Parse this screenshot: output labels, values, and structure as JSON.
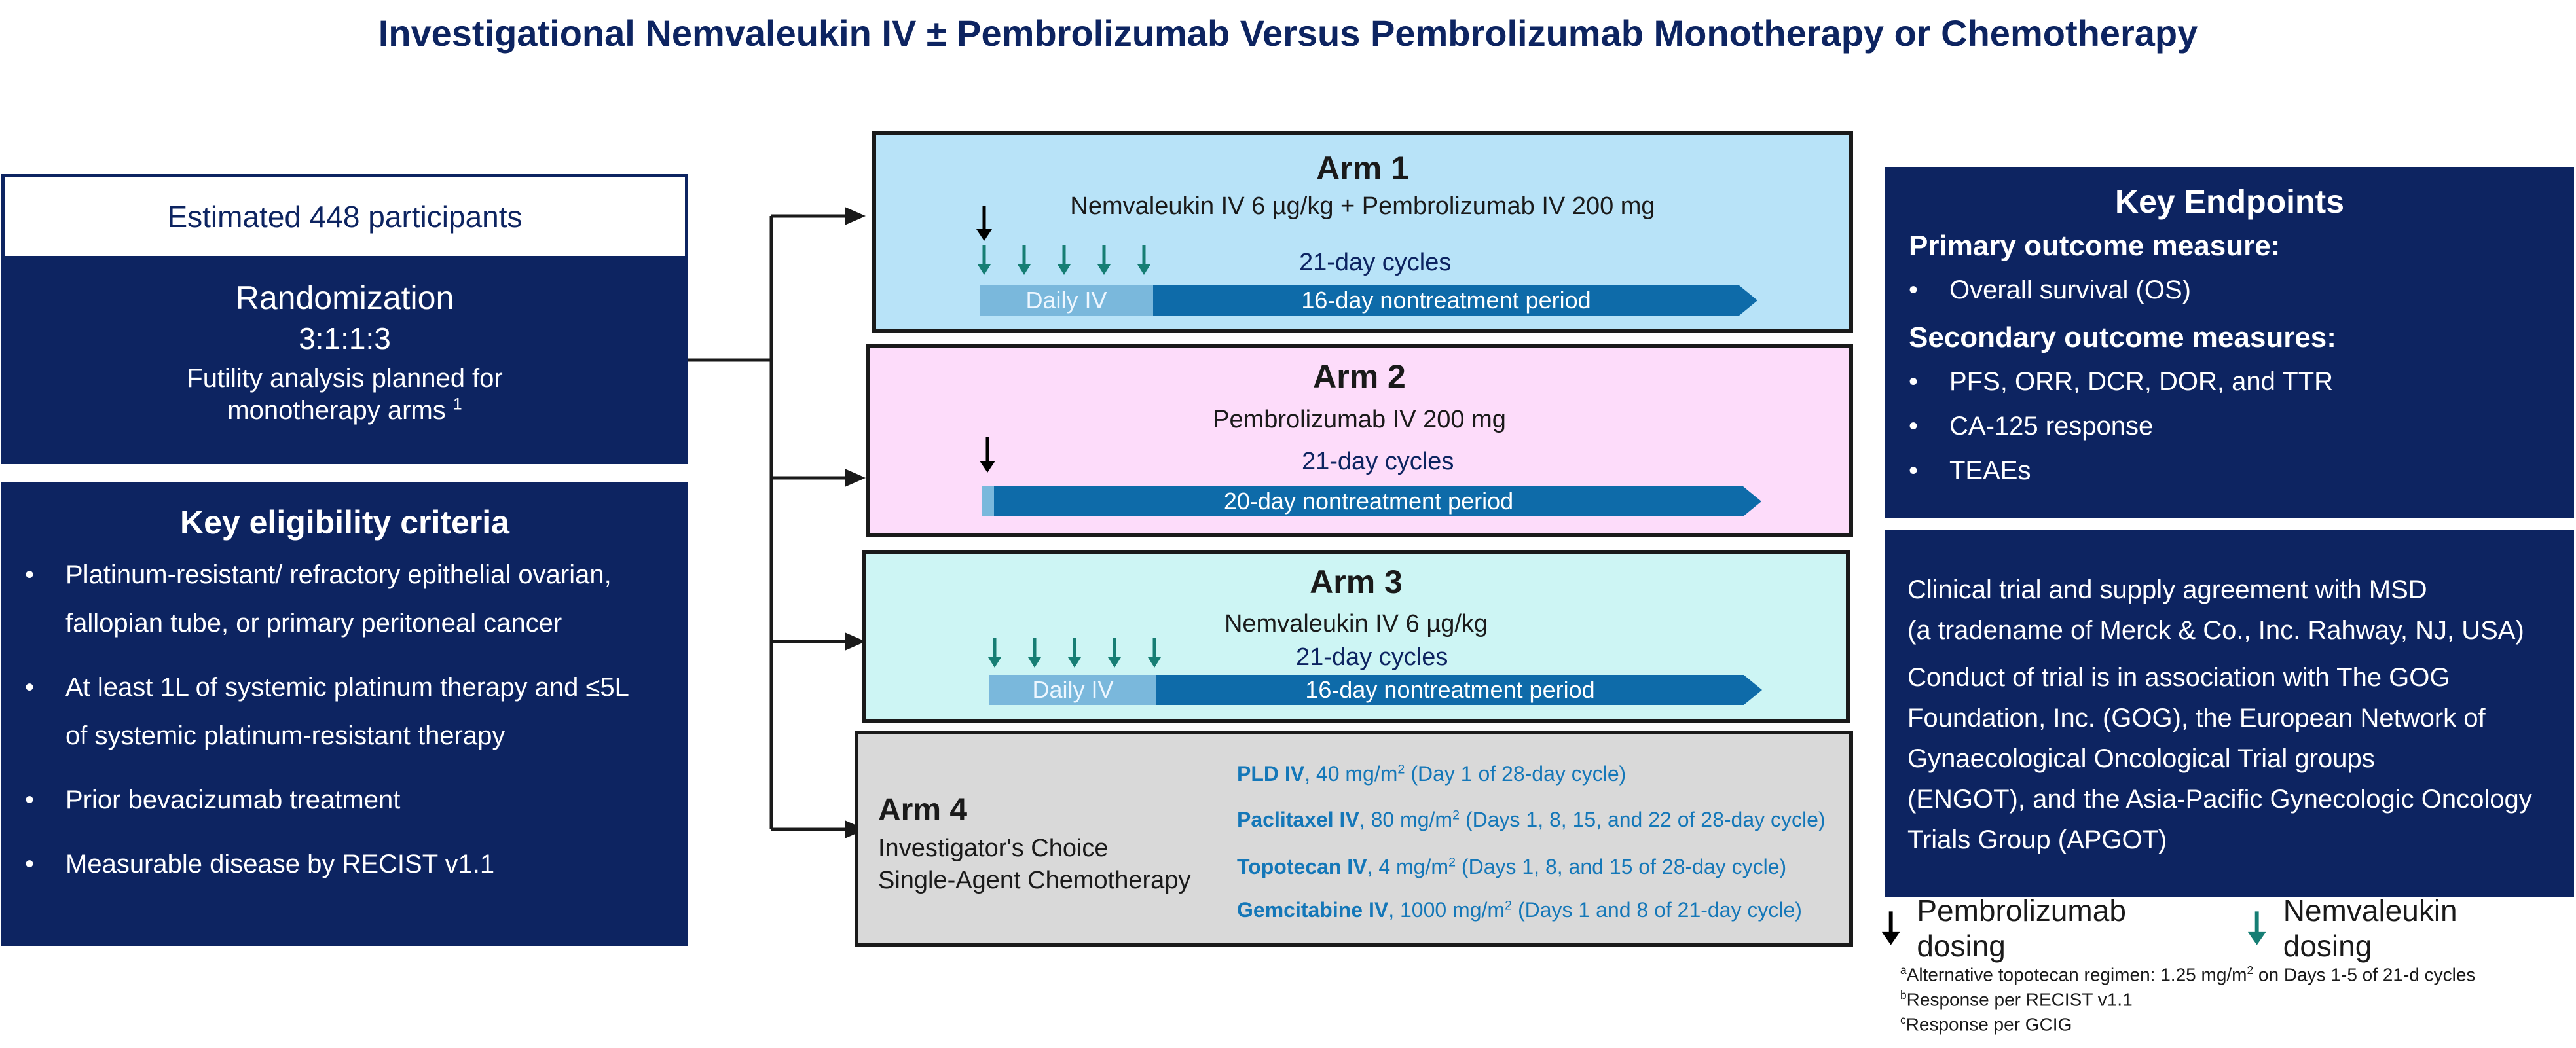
{
  "title": "Investigational Nemvaleukin IV ± Pembrolizumab Versus Pembrolizumab Monotherapy or Chemotherapy",
  "colors": {
    "navy": "#0d2461",
    "arm1": "#b8e3f8",
    "arm2": "#fddcfa",
    "arm3": "#cdf5f4",
    "arm4": "#d9d9d9",
    "bar_dark": "#0e6ba9",
    "bar_light": "#7ab8dc",
    "nemvaleukin_arrow": "#167e74",
    "pembrolizumab_arrow": "#000000"
  },
  "participants": "Estimated 448 participants",
  "randomization": {
    "heading": "Randomization",
    "ratio": "3:1:1:3",
    "futility_1": "Futility analysis planned for",
    "futility_2": "monotherapy arms",
    "futility_sup": "1"
  },
  "eligibility": {
    "heading": "Key eligibility criteria",
    "items": [
      {
        "line1": "Platinum-resistant/ refractory epithelial ovarian,",
        "line2": "fallopian tube, or primary peritoneal cancer"
      },
      {
        "line1": "At least 1L of systemic platinum therapy and ≤5L",
        "line2": "of systemic platinum-resistant therapy"
      },
      {
        "line1": "Prior bevacizumab treatment",
        "line2": ""
      },
      {
        "line1": "Measurable disease by RECIST v1.1",
        "line2": ""
      }
    ]
  },
  "arm1": {
    "title": "Arm 1",
    "regimen": "Nemvaleukin IV 6 µg/kg  + Pembrolizumab IV 200 mg",
    "cycles": "21-day cycles",
    "daily": "Daily IV",
    "rest": "16-day nontreatment period"
  },
  "arm2": {
    "title": "Arm 2",
    "regimen": "Pembrolizumab IV 200 mg",
    "cycles": "21-day cycles",
    "rest": "20-day nontreatment period"
  },
  "arm3": {
    "title": "Arm 3",
    "regimen": "Nemvaleukin IV 6 µg/kg",
    "cycles": "21-day cycles",
    "daily": "Daily IV",
    "rest": "16-day nontreatment period"
  },
  "arm4": {
    "title": "Arm 4",
    "sub_1": "Investigator's Choice",
    "sub_2": "Single-Agent Chemotherapy",
    "drugs": [
      {
        "name": "PLD IV",
        "dose_a": ", 40 mg/m",
        "sup": "2",
        "dose_b": " (Day 1 of 28-day cycle)"
      },
      {
        "name": "Paclitaxel IV",
        "dose_a": ", 80 mg/m",
        "sup": "2",
        "dose_b": " (Days 1, 8, 15, and 22 of 28-day cycle)"
      },
      {
        "name": "Topotecan IV",
        "dose_a": ", 4 mg/m",
        "sup": "2",
        "dose_b": " (Days 1, 8, and 15 of 28-day cycle)"
      },
      {
        "name": "Gemcitabine IV",
        "dose_a": ", 1000 mg/m",
        "sup": "2",
        "dose_b": " (Days 1 and 8 of 21-day cycle)"
      }
    ]
  },
  "endpoints": {
    "heading": "Key Endpoints",
    "primary": "Primary outcome measure:",
    "primary_items": [
      "Overall survival (OS)"
    ],
    "secondary": "Secondary outcome measures:",
    "secondary_items": [
      "PFS, ORR, DCR, DOR, and TTR",
      "CA-125 response",
      "TEAEs"
    ]
  },
  "info": {
    "p1_l1": "Clinical trial and supply agreement with MSD",
    "p1_l2": "(a tradename of Merck & Co., Inc. Rahway, NJ, USA)",
    "p2_l1": "Conduct of trial is in association with The GOG",
    "p2_l2": "Foundation, Inc. (GOG), the European Network of",
    "p2_l3": "Gynaecological Oncological Trial groups",
    "p2_l4": "(ENGOT), and the Asia-Pacific Gynecologic Oncology",
    "p2_l5": "Trials Group (APGOT)"
  },
  "legend": {
    "pembrolizumab": "Pembrolizumab dosing",
    "nemvaleukin": "Nemvaleukin dosing"
  },
  "footnotes": [
    {
      "sup": "a",
      "text": "Alternative topotecan regimen: 1.25 mg/m",
      "sup2": "2",
      "text2": " on Days 1-5 of 21-d cycles"
    },
    {
      "sup": "b",
      "text": "Response per RECIST v1.1",
      "sup2": "",
      "text2": ""
    },
    {
      "sup": "c",
      "text": "Response per GCIG",
      "sup2": "",
      "text2": ""
    }
  ]
}
